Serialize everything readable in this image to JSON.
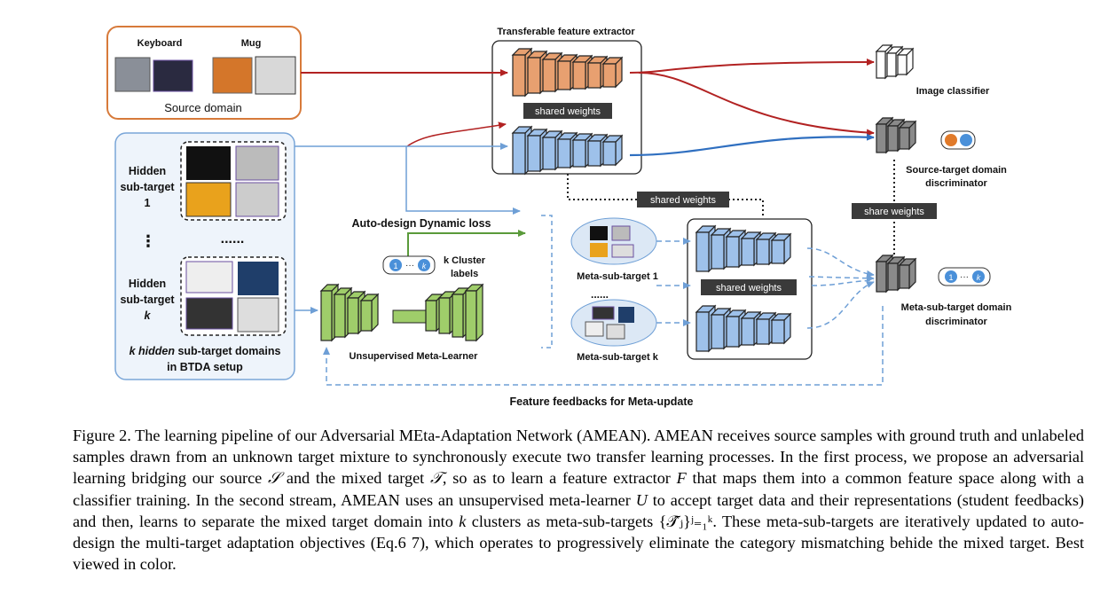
{
  "figure": {
    "source_box": {
      "keyboard_label": "Keyboard",
      "mug_label": "Mug",
      "title": "Source domain"
    },
    "target_box": {
      "hidden_1": [
        "Hidden",
        "sub-target",
        "1"
      ],
      "hidden_k": [
        "Hidden",
        "sub-target",
        "k"
      ],
      "vdots": "⋮",
      "dots": "......",
      "footer_em": "k hidden",
      "footer_rest": " sub-target domains",
      "footer_line2": "in BTDA setup"
    },
    "extractor_title": "Transferable feature extractor",
    "shared_weights": "shared weights",
    "shared_weights_2": "shared weights",
    "shared_weights_3": "shared weights",
    "share_weights": "share weights",
    "image_classifier": "Image classifier",
    "source_target_disc": [
      "Source-target domain",
      "discriminator"
    ],
    "auto_design": "Auto-design Dynamic loss",
    "cluster_labels": [
      "k Cluster",
      "labels"
    ],
    "cluster_badge_1": "1",
    "cluster_badge_dots": "···",
    "cluster_badge_k": "k",
    "meta_learner": "Unsupervised Meta-Learner",
    "meta_sub_target_1": "Meta-sub-target 1",
    "meta_sub_target_k": "Meta-sub-target k",
    "meta_dots": "......",
    "meta_sub_disc": [
      "Meta-sub-target domain",
      "discriminator"
    ],
    "feedback": "Feature feedbacks for Meta-update",
    "colors": {
      "source_orange": "#e8a070",
      "target_blue": "#9ec1ea",
      "learner_green": "#9fcd6a",
      "disc_gray": "#8a8a8a",
      "red_arrow": "#b22222",
      "blue_arrow": "#2f6fc0",
      "green_arrow": "#5a9a3a"
    }
  },
  "caption": {
    "label": "Figure 2.",
    "text_1": " The learning pipeline of our Adversarial MEta-Adaptation Network (AMEAN). AMEAN receives source samples with ground truth and unlabeled samples drawn from an unknown target mixture to synchronously execute two transfer learning processes. In the first process, we propose an adversarial learning bridging our source ",
    "sym_S": "𝒮",
    "text_2": " and the mixed target ",
    "sym_T": "𝒯",
    "text_3": ", so as to learn a feature extractor ",
    "sym_F": "F",
    "text_4": " that maps them into a common feature space along with a classifier training. In the second stream, AMEAN uses an unsupervised meta-learner ",
    "sym_U": "U",
    "text_5": " to accept target data and their representations (student feedbacks) and then, learns to separate the mixed target domain into ",
    "sym_k": "k",
    "text_6": " clusters as meta-sub-targets ",
    "sym_set": "{𝒯̂ⱼ}ʲ₌₁ᵏ",
    "text_7": ". These meta-sub-targets are iteratively updated to auto-design the multi-target adaptation objectives (Eq.6 7), which operates to progressively eliminate the category mismatching behide the mixed target. Best viewed in color."
  }
}
